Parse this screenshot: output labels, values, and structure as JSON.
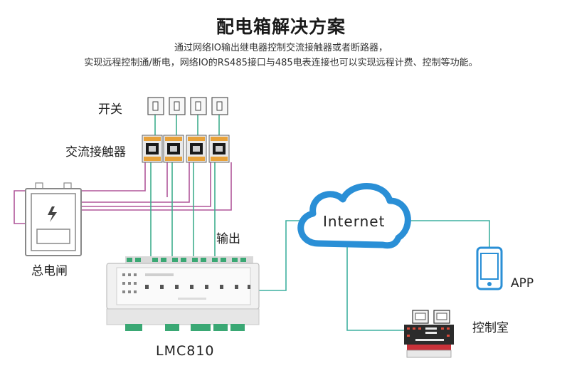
{
  "title": "配电箱解决方案",
  "subtitle_line1": "通过网络IO输出继电器控制交流接触器或者断路器，",
  "subtitle_line2": "实现远程控制通/断电，网络IO的RS485接口与485电表连接也可以实现远程计费、控制等功能。",
  "labels": {
    "switch": "开关",
    "contactor": "交流接触器",
    "main_breaker": "总电闸",
    "output": "输出",
    "device_model": "LMC810",
    "internet": "Internet",
    "app": "APP",
    "control_room": "控制室"
  },
  "colors": {
    "power_line": "#b0569a",
    "signal_line": "#3fae8e",
    "network_line": "#3fb0a0",
    "cloud_stroke": "#2a8fd6"
  },
  "icons": {
    "switch": "wall-switch-icon",
    "contactor": "contactor-icon",
    "breaker": "power-box-icon",
    "cloud": "cloud-icon",
    "phone": "smartphone-icon",
    "control": "control-console-icon"
  }
}
